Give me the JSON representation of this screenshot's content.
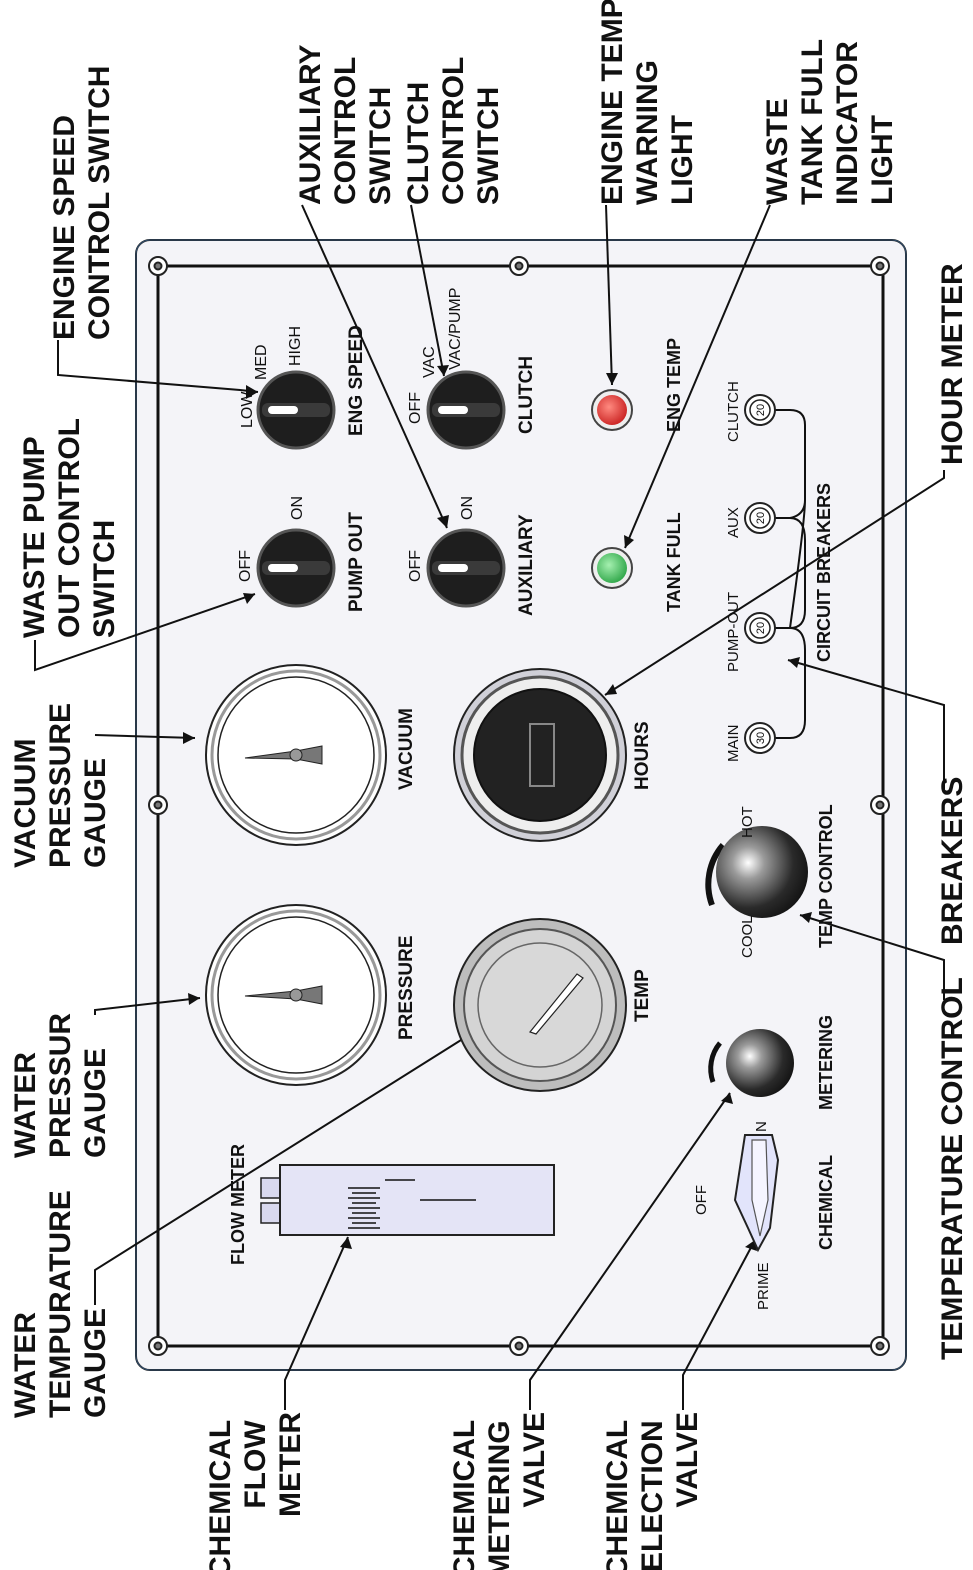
{
  "callouts": {
    "waste_pump_out": [
      "WASTE PUMP",
      "OUT CONTROL",
      "SWITCH"
    ],
    "engine_speed": [
      "ENGINE SPEED",
      "CONTROL SWITCH"
    ],
    "auxiliary": [
      "AUXILIARY",
      "CONTROL",
      "SWITCH"
    ],
    "clutch": [
      "CLUTCH",
      "CONTROL",
      "SWITCH"
    ],
    "engine_temp": [
      "ENGINE TEMP",
      "WARNING",
      "LIGHT"
    ],
    "waste_tank": [
      "WASTE",
      "TANK FULL",
      "INDICATOR",
      "LIGHT"
    ],
    "hour_meter": [
      "HOUR METER"
    ],
    "breakers": [
      "BREAKERS"
    ],
    "temperature_control": [
      "TEMPERATURE CONTROL"
    ],
    "vacuum_gauge": [
      "VACUUM",
      "PRESSURE",
      "GAUGE"
    ],
    "water_pressure": [
      "WATER",
      "PRESSUR",
      "GAUGE"
    ],
    "water_temp": [
      "WATER",
      "TEMPURATURE",
      "GAUGE"
    ],
    "chemical_flow": [
      "CHEMICAL",
      "FLOW",
      "METER"
    ],
    "chemical_metering": [
      "CHEMICAL",
      "METERING",
      "VALVE"
    ],
    "chemical_selection": [
      "CHEMICAL",
      "SELECTION",
      "VALVE"
    ]
  },
  "panel": {
    "eng_speed": {
      "name": "ENG SPEED",
      "low": "LOW",
      "med": "MED",
      "high": "HIGH"
    },
    "pump_out": {
      "name": "PUMP OUT",
      "off": "OFF",
      "on": "ON"
    },
    "clutch": {
      "name": "CLUTCH",
      "off": "OFF",
      "vac": "VAC",
      "vacpump": "VAC/PUMP"
    },
    "auxiliary": {
      "name": "AUXILIARY",
      "off": "OFF",
      "on": "ON"
    },
    "eng_temp": "ENG TEMP",
    "tank_full": "TANK FULL",
    "breakers_title": "CIRCUIT BREAKERS",
    "breakers": [
      {
        "label": "CLUTCH",
        "rating": "20"
      },
      {
        "label": "AUX",
        "rating": "20"
      },
      {
        "label": "PUMP-OUT",
        "rating": "20"
      },
      {
        "label": "MAIN",
        "rating": "30"
      }
    ],
    "vacuum": "VACUUM",
    "pressure": "PRESSURE",
    "hours": "HOURS",
    "temp": "TEMP",
    "temp_control": {
      "name": "TEMP CONTROL",
      "hot": "HOT",
      "cool": "COOL"
    },
    "metering": "METERING",
    "chemical": {
      "name": "CHEMICAL",
      "off": "OFF",
      "prime": "PRIME",
      "on": "N"
    },
    "flow_meter": "FLOW METER"
  },
  "colors": {
    "panel": "#f4f4f8",
    "eng_temp_light": "#d42020",
    "tank_full_light": "#2fb84a",
    "flow_tube": "#e4e4f6",
    "chem_valve": "#e2e4fb",
    "panel_edge": "#3a6ea5"
  }
}
